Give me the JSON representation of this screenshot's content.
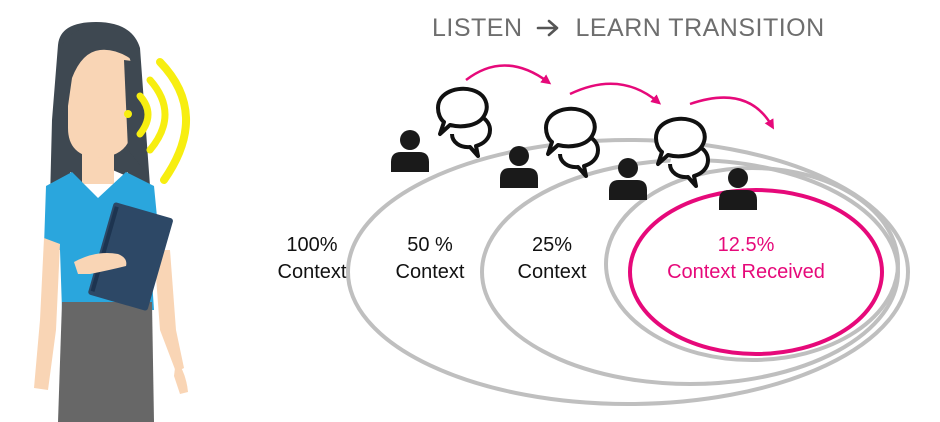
{
  "title": {
    "left": "LISTEN",
    "right": "LEARN TRANSITION"
  },
  "labels": [
    {
      "percent": "100%",
      "text": "Context"
    },
    {
      "percent": "50 %",
      "text": "Context"
    },
    {
      "percent": "25%",
      "text": "Context"
    },
    {
      "percent": "12.5%",
      "text": "Context Received"
    }
  ],
  "colors": {
    "highlight": "#e6097a",
    "ellipse": "#bfbfbf",
    "sound_waves": "#f7ee10",
    "shirt": "#2aa6dd",
    "skirt": "#676767",
    "hair": "#3e4851",
    "skin": "#f9d5b5",
    "book": "#2d4866",
    "person_icon": "#1a1a1a"
  },
  "icons": [
    "woman-listening-figure",
    "sound-wave-icon",
    "person-icon",
    "speech-bubbles-icon",
    "curved-arrow-icon"
  ]
}
